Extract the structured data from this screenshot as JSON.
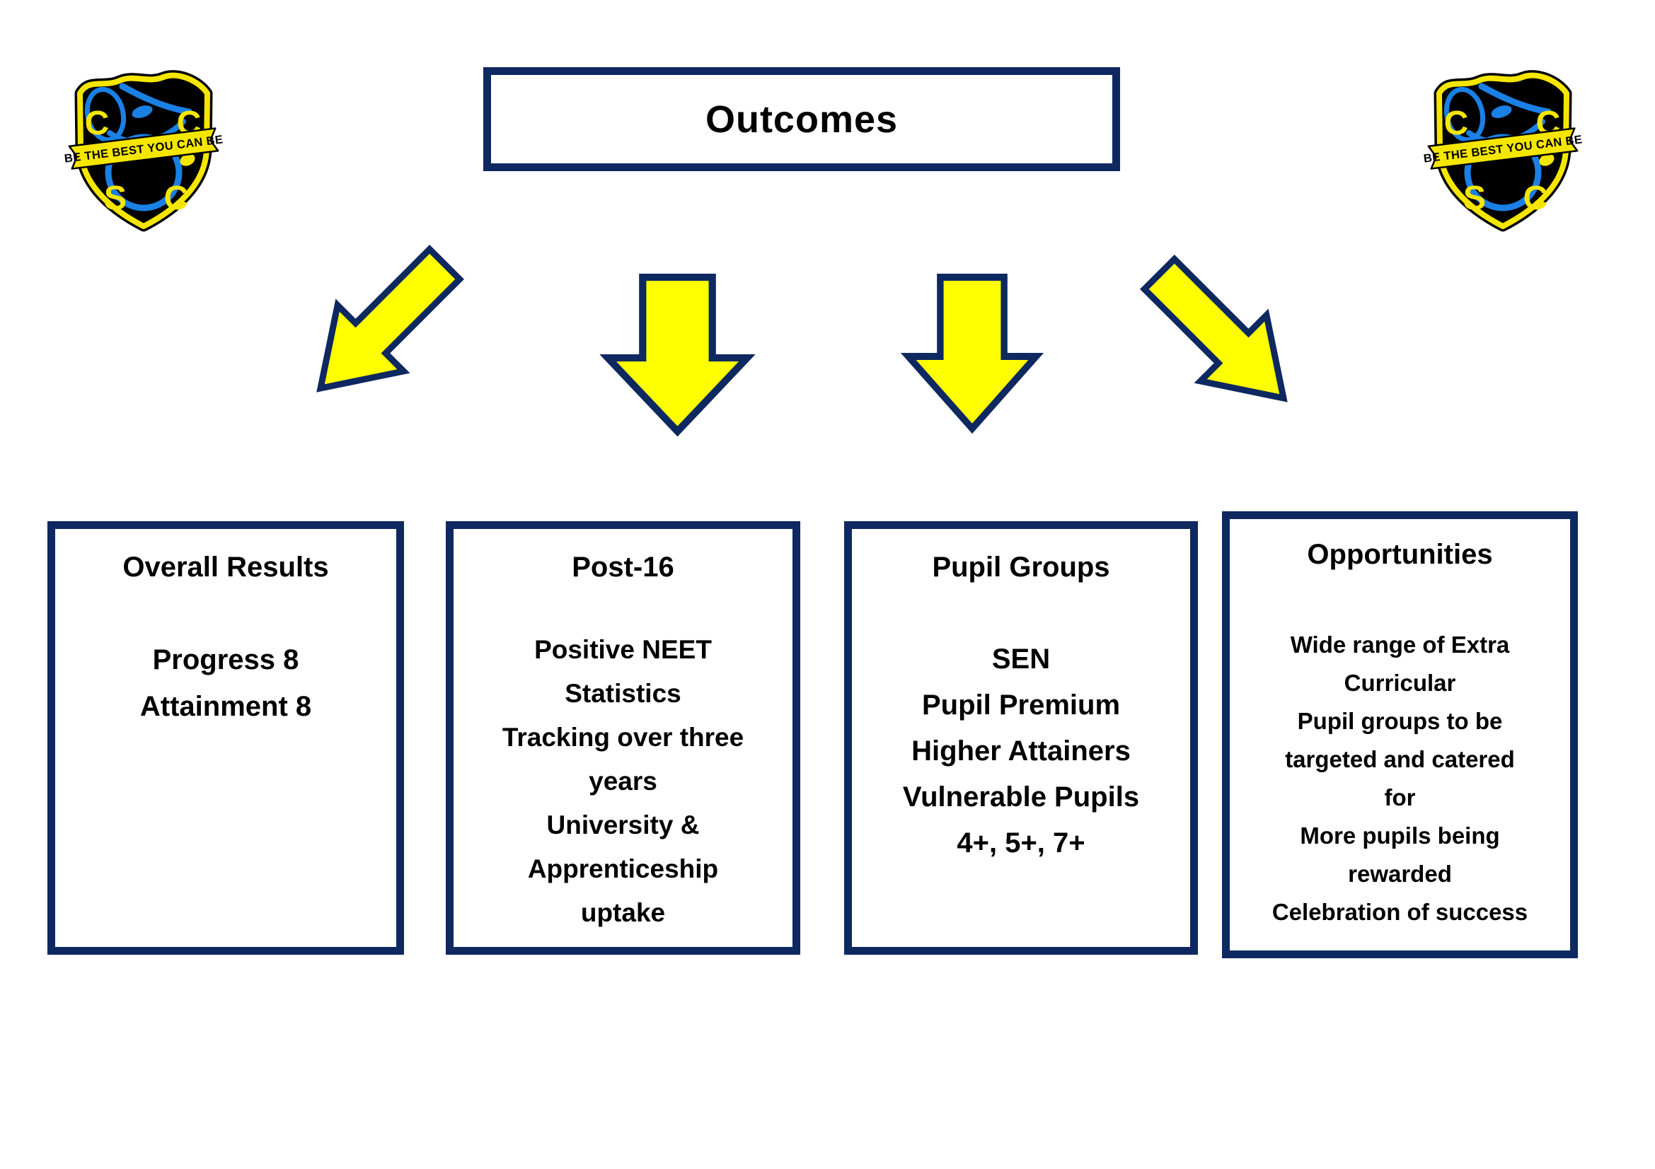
{
  "colors": {
    "navy": "#0e2860",
    "yellow": "#ffff00",
    "logo-blue": "#1a80e4",
    "logo-yellow": "#f5e600",
    "text": "#000000",
    "bg": "#ffffff"
  },
  "title_box": {
    "label": "Outcomes"
  },
  "logo": {
    "letters": [
      "C",
      "C",
      "S",
      "C"
    ],
    "motto": "BE THE BEST YOU CAN BE"
  },
  "arrows": [
    {
      "direction": "down-left"
    },
    {
      "direction": "down"
    },
    {
      "direction": "down"
    },
    {
      "direction": "down-right"
    }
  ],
  "boxes": [
    {
      "title": "Overall Results",
      "lines": [
        "Progress 8",
        "Attainment 8"
      ]
    },
    {
      "title": "Post-16",
      "lines": [
        "Positive NEET",
        "Statistics",
        "Tracking over three",
        "years",
        "University &",
        "Apprenticeship",
        "uptake"
      ]
    },
    {
      "title": "Pupil Groups",
      "lines": [
        "SEN",
        "Pupil Premium",
        "Higher Attainers",
        "Vulnerable Pupils",
        "4+, 5+, 7+"
      ]
    },
    {
      "title": "Opportunities",
      "lines": [
        "Wide range of Extra",
        "Curricular",
        "Pupil groups to be",
        "targeted and catered",
        "for",
        "More pupils being",
        "rewarded",
        "Celebration of success"
      ]
    }
  ]
}
